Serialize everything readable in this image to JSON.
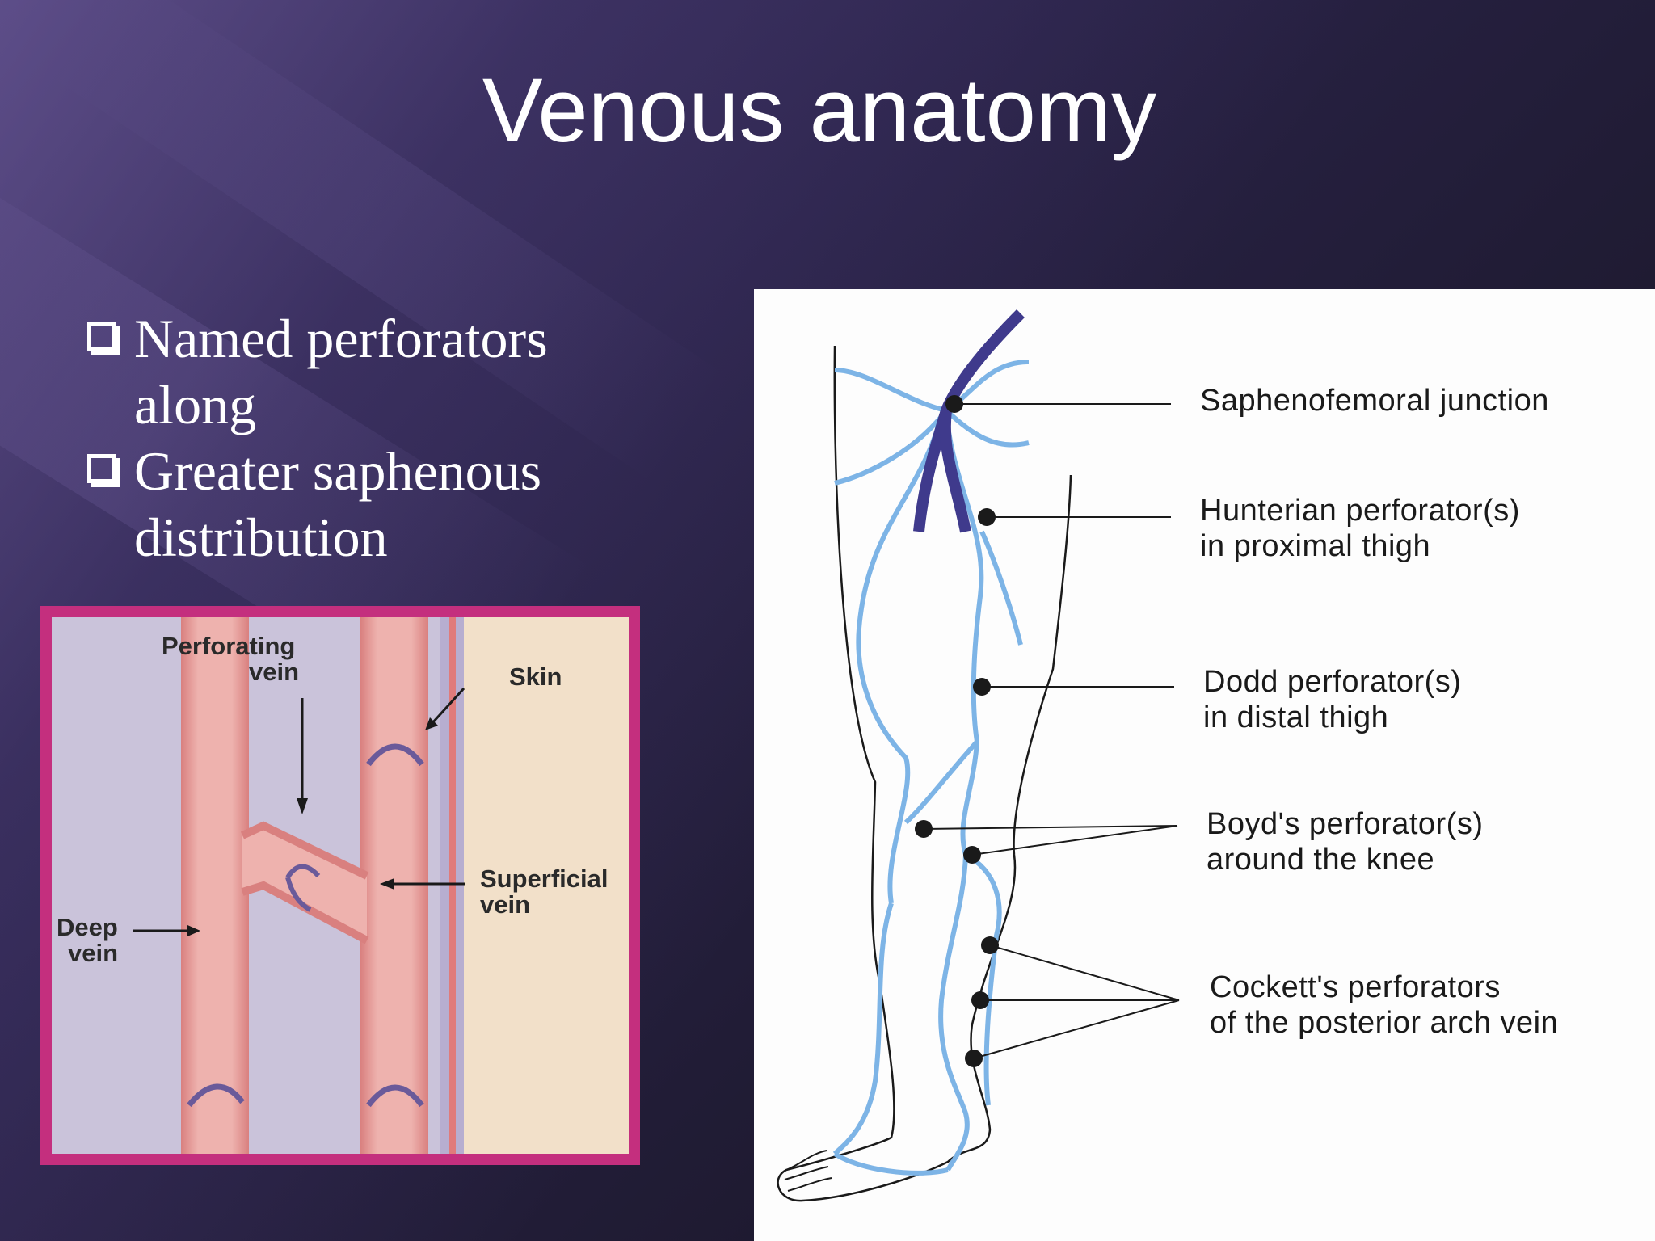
{
  "slide": {
    "title": "Venous anatomy",
    "bullets": [
      {
        "lines": [
          "Named perforators",
          "along"
        ]
      },
      {
        "lines": [
          "Greater saphenous",
          "distribution"
        ]
      }
    ]
  },
  "figure_left": {
    "labels": {
      "perforating_line1": "Perforating",
      "perforating_line2": "vein",
      "skin": "Skin",
      "superficial_line1": "Superficial",
      "superficial_line2": "vein",
      "deep_line1": "Deep",
      "deep_line2": "vein"
    },
    "colors": {
      "frame": "#c42f7e",
      "vein": "#e8a3a0",
      "background": "#c9c3d8",
      "skin": "#f1dfc8"
    }
  },
  "figure_right": {
    "labels": [
      {
        "line1": "Saphenofemoral junction",
        "line2": ""
      },
      {
        "line1": "Hunterian perforator(s)",
        "line2": "in proximal thigh"
      },
      {
        "line1": "Dodd perforator(s)",
        "line2": "in distal thigh"
      },
      {
        "line1": "Boyd's perforator(s)",
        "line2": "around the knee"
      },
      {
        "line1": "Cockett's perforators",
        "line2": "of the posterior arch vein"
      }
    ],
    "colors": {
      "vein": "#7db4e6",
      "deep_vein": "#3f3a8c",
      "marker": "#1a1a1a"
    }
  }
}
